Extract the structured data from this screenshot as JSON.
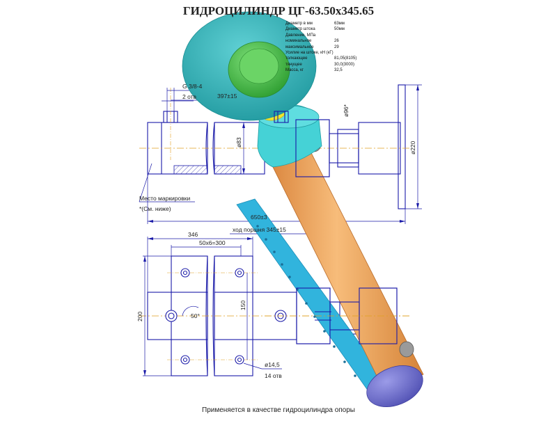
{
  "title": "ГИДРОЦИЛИНДР ЦГ-63.50х345.65",
  "caption": "Применяется в качестве гидроцилиндра опоры",
  "specs": [
    {
      "label": "Диаметр в мм",
      "value": "63мм"
    },
    {
      "label": "Диаметр штока",
      "value": "50мм"
    },
    {
      "label": "Давление, МПа",
      "value": ""
    },
    {
      "label": "номинальное",
      "value": "26"
    },
    {
      "label": "максимальное",
      "value": "29"
    },
    {
      "label": "Усилие на штоке, кН (кГ)",
      "value": ""
    },
    {
      "label": "толкающее",
      "value": "81,05(8105)"
    },
    {
      "label": "тянущее",
      "value": "30,0(3000)"
    },
    {
      "label": "Масса, кг",
      "value": "32,5"
    }
  ],
  "dimensions": {
    "port_thread": "G 3/8-4",
    "port_count": "2 отв",
    "port_spacing": "397±15",
    "rod_diameter": "ø96*",
    "body_diameter": "ø83",
    "flange_diameter": "ø220",
    "overall_length": "650±3",
    "piston_stroke": "ход поршня 345±15",
    "mounting_length": "346",
    "hole_pitch": "50х6=300",
    "height": "200",
    "angle": "50°",
    "inner_width": "150",
    "hole_diameter": "ø14,5",
    "hole_count": "14 отв"
  },
  "marking_note": {
    "line1": "Место маркировки",
    "line2": "*(См. ниже)"
  },
  "colors": {
    "line": "#1a1aa8",
    "hatch": "#1a1aa8",
    "disk": "#2fb3b8",
    "hub": "#49c24a",
    "neck": "#f2e52b",
    "collar": "#45d2d6",
    "tube": "#f2a860",
    "bracket": "#31b4dd",
    "endcap": "#7a7ad6",
    "center": "#e0a020"
  }
}
